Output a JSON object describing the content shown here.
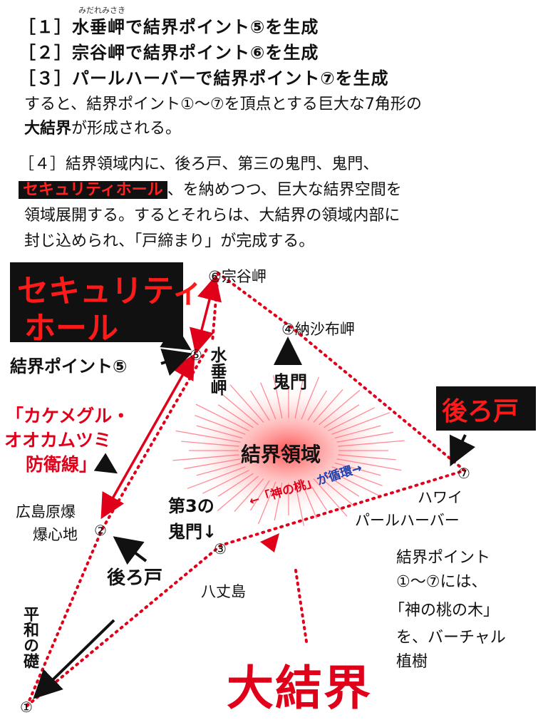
{
  "ruby": "みだれみさき",
  "steps": [
    "［１］水垂岬で結界ポイント⑤を生成",
    "［２］宗谷岬で結界ポイント⑥を生成",
    "［３］パールハーバーで結界ポイント⑦を生成"
  ],
  "para1_line1": "すると、結界ポイント①～⑦を頂点とする巨大な7角形の",
  "para1_bold": "大結界",
  "para1_line2_rest": "が形成される。",
  "step4_line1": "［４］結界領域内に、後ろ戸、第三の鬼門、鬼門、",
  "step4_security": "セキュリティホール",
  "step4_line2_rest": "、を納めつつ、巨大な結界空間を",
  "step4_line3": "領域展開する。するとそれらは、大結界の領域内部に",
  "step4_line4": "封じ込められ、「戸締まり」が完成する。",
  "diagram": {
    "security_hole_l1": "セキュリティ",
    "security_hole_l2": "ホール",
    "kekkai_point5": "結界ポイント⑤",
    "p6_label": "⑥宗谷岬",
    "p4_label": "④納沙布岬",
    "kimon": "鬼門",
    "p5_num": "⑤",
    "mizutare": "水垂岬",
    "ushirodo_top": "後ろ戸",
    "defense_line": [
      "「カケメグル・",
      "オオカムツミ",
      "防衛線」"
    ],
    "kekkai_ryoiki": "結界領域",
    "p7_num": "⑦",
    "hawaii": "ハワイ",
    "pearl_harbor": "パールハーバー",
    "kami_momo": "←「神の桃」",
    "junkan": "が循環→",
    "hiroshima_l1": "広島原爆",
    "hiroshima_l2": "爆心地",
    "p2_num": "②",
    "daisan_l1": "第3の",
    "daisan_l2": "鬼門↓",
    "p3_num": "③",
    "ushirodo_bottom": "後ろ戸",
    "hachijo": "八丈島",
    "heiwa": "平和の礎",
    "p1_num": "①",
    "note": [
      "結界ポイント",
      "①～⑦には、",
      "「神の桃の木」",
      "を、バーチャル",
      "植樹"
    ],
    "daikekkai": "大結界"
  },
  "colors": {
    "red": "#e0001a",
    "black_box": "#111111",
    "blue": "#1a3fb0"
  }
}
